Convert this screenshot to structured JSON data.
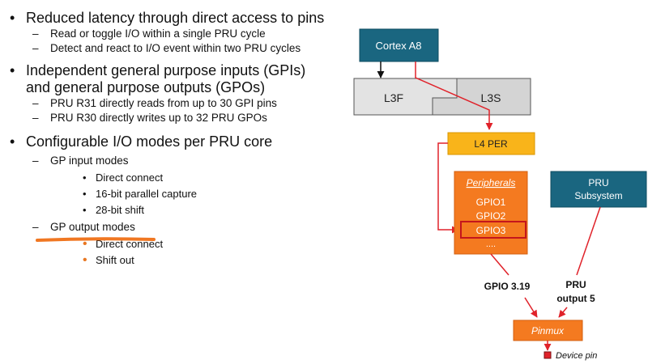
{
  "bullets": [
    {
      "text": "Reduced latency through direct access to pins",
      "subs": [
        "Read or toggle I/O within a single PRU cycle",
        "Detect and react to I/O event within two PRU cycles"
      ]
    },
    {
      "text": "Independent general purpose inputs (GPIs)",
      "text2": "and general purpose outputs (GPOs)",
      "subs": [
        "PRU R31 directly reads from up to 30 GPI pins",
        "PRU R30 directly writes up to 32 PRU GPOs"
      ]
    },
    {
      "text": "Configurable I/O modes per PRU core",
      "gp_input": {
        "label": "GP input modes",
        "items": [
          "Direct connect",
          "16-bit parallel capture",
          "28-bit shift"
        ]
      },
      "gp_output": {
        "label": "GP output modes",
        "items": [
          "Direct connect",
          "Shift out"
        ]
      }
    }
  ],
  "diagram": {
    "cortex": "Cortex A8",
    "l3f": "L3F",
    "l3s": "L3S",
    "l4per": "L4 PER",
    "peripherals_title": "Peripherals",
    "gpio1": "GPIO1",
    "gpio2": "GPIO2",
    "gpio3": "GPIO3",
    "ellipsis": "....",
    "pru_line1": "PRU",
    "pru_line2": "Subsystem",
    "gpio_label": "GPIO 3.19",
    "pru_out_line1": "PRU",
    "pru_out_line2": "output 5",
    "pinmux": "Pinmux",
    "device_pin": "Device pin"
  },
  "colors": {
    "teal": "#1a6680",
    "orange": "#f47a20",
    "yellow": "#f9b41a",
    "red_arrow": "#e0222a",
    "gray_box": "#d9d9d9",
    "underline": "#f07722"
  }
}
